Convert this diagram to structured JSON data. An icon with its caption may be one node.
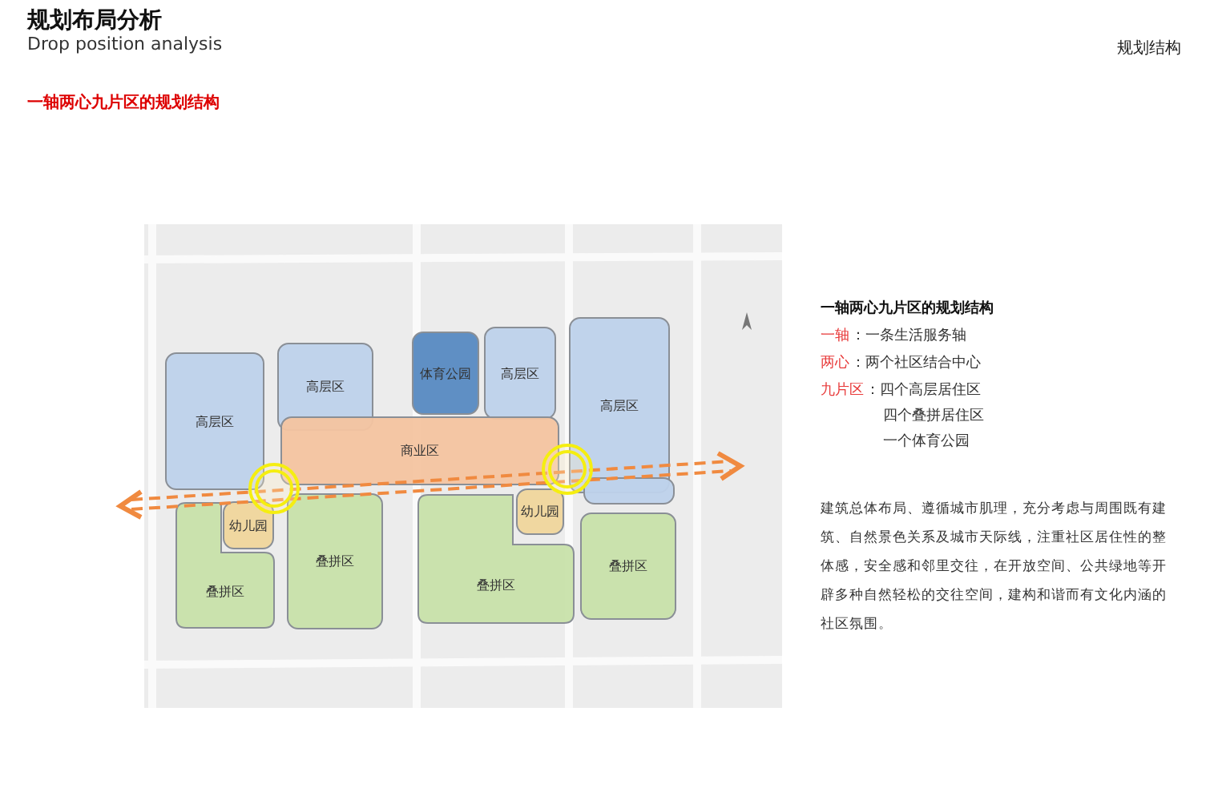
{
  "diagram": {
    "title": "规划布局分析",
    "nodes": [
      {
        "text": [
          "高层区"
        ]
      },
      {
        "text": [
          "高层区"
        ]
      },
      {
        "text": [
          "体育公园"
        ]
      },
      {
        "text": [
          "高层区"
        ]
      },
      {
        "text": [
          "高层区"
        ]
      },
      {
        "text": [
          "商业区"
        ]
      },
      {
        "text": [
          "幼儿园"
        ]
      },
      {
        "text": [
          "幼儿园"
        ]
      },
      {
        "text": [],
        "shape": "box"
      },
      {
        "text": [
          "叠拼区"
        ]
      },
      {
        "text": [
          "叠拼区"
        ]
      },
      {
        "text": [
          "叠拼区"
        ]
      },
      {
        "text": [
          "叠拼区"
        ]
      }
    ],
    "labels": [
      "Drop position analysis",
      "规划结构",
      "一轴两心九片区的规划结构",
      "一轴两心九片区的规划结构",
      "一轴",
      "：一条生活服务轴",
      "两心",
      "：两个社区结合中心",
      "九片区",
      "：四个高层居住区",
      "四个叠拼居住区",
      "一个体育公园",
      "建筑总体布局、遵循城市肌理，充分考虑与周围既有建筑、自然景色关系及城市天际线，注重社区居住性的整体感，安全感和邻里交往，在开放空间、公共绿地等开辟多种自然轻松的交往空间，建构和谐而有文化内涵的社区氛围。"
    ]
  }
}
